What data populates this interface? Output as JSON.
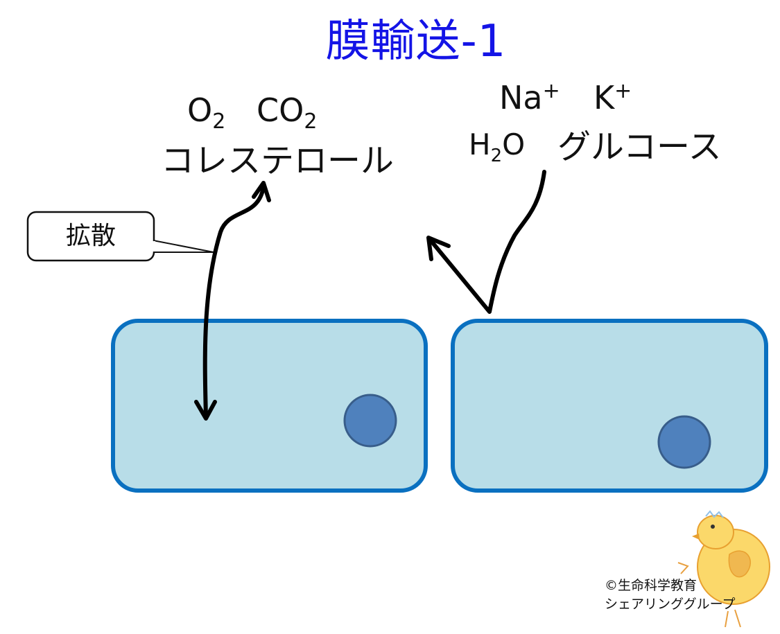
{
  "title": "膜輸送-1",
  "left_group": {
    "o2": {
      "base": "O",
      "sub": "2"
    },
    "co2": {
      "base": "CO",
      "sub": "2"
    },
    "name": "コレステロール"
  },
  "right_group": {
    "na": {
      "base": "Na",
      "sup": "+"
    },
    "k": {
      "base": "K",
      "sup": "+"
    },
    "h2o": {
      "base1": "H",
      "sub": "2",
      "base2": "O"
    },
    "glucose": "グルコース"
  },
  "callout": {
    "label": "拡散"
  },
  "credit": {
    "line1": "©生命科学教育",
    "line2": "シェアリンググループ"
  },
  "colors": {
    "title": "#1414e6",
    "cell_fill": "#b8dde8",
    "cell_border": "#0a70c0",
    "nucleus_fill": "#4f81bd",
    "nucleus_border": "#385d8a",
    "arrow": "#000000"
  },
  "icons": [
    "chick-mascot-icon"
  ]
}
